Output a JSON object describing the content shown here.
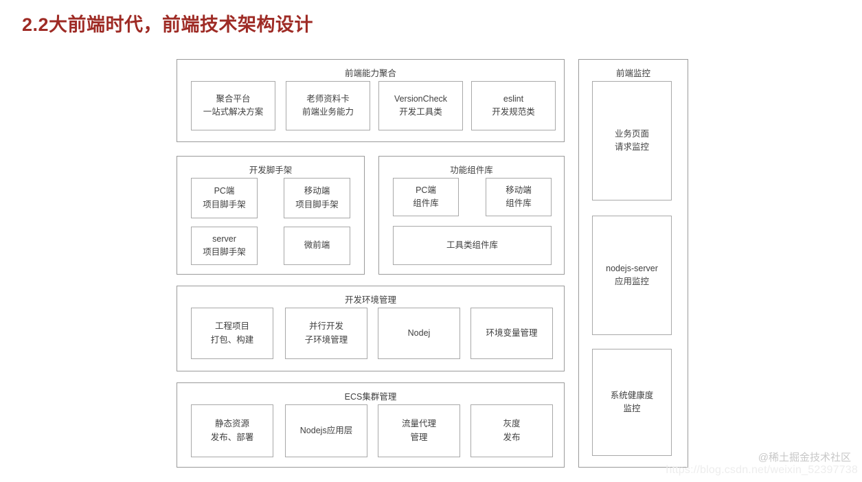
{
  "title": "2.2大前端时代，前端技术架构设计",
  "theme": {
    "title_color": "#9e2b25",
    "panel_border": "#9a9a9a",
    "card_border": "#a8a8a8",
    "text_color": "#3f3f3f",
    "background": "#ffffff"
  },
  "left_column": {
    "panels": [
      {
        "name": "frontend-capability-aggregation",
        "title": "前端能力聚合",
        "cards": [
          {
            "name": "aggregation-platform",
            "lines": [
              "聚合平台",
              "一站式解决方案"
            ]
          },
          {
            "name": "teacher-profile-card",
            "lines": [
              "老师资料卡",
              "前端业务能力"
            ]
          },
          {
            "name": "version-check",
            "lines": [
              "VersionCheck",
              "开发工具类"
            ]
          },
          {
            "name": "eslint",
            "lines": [
              "eslint",
              "开发规范类"
            ]
          }
        ]
      },
      {
        "name": "dev-scaffold",
        "title": "开发脚手架",
        "cards": [
          {
            "name": "pc-project-scaffold",
            "lines": [
              "PC端",
              "项目脚手架"
            ]
          },
          {
            "name": "mobile-project-scaffold",
            "lines": [
              "移动端",
              "项目脚手架"
            ]
          },
          {
            "name": "server-project-scaffold",
            "lines": [
              "server",
              "项目脚手架"
            ]
          },
          {
            "name": "micro-frontend",
            "lines": [
              "微前端"
            ]
          }
        ]
      },
      {
        "name": "component-library",
        "title": "功能组件库",
        "cards": [
          {
            "name": "pc-component-library",
            "lines": [
              "PC端",
              "组件库"
            ]
          },
          {
            "name": "mobile-component-library",
            "lines": [
              "移动端",
              "组件库"
            ]
          },
          {
            "name": "utility-component-library",
            "lines": [
              "工具类组件库"
            ]
          }
        ]
      },
      {
        "name": "dev-environment-management",
        "title": "开发环境管理",
        "cards": [
          {
            "name": "project-build",
            "lines": [
              "工程项目",
              "打包、构建"
            ]
          },
          {
            "name": "parallel-dev-subenv",
            "lines": [
              "并行开发",
              "子环境管理"
            ]
          },
          {
            "name": "nodej",
            "lines": [
              "Nodej"
            ]
          },
          {
            "name": "env-variable-management",
            "lines": [
              "环境变量管理"
            ]
          }
        ]
      },
      {
        "name": "ecs-cluster-management",
        "title": "ECS集群管理",
        "cards": [
          {
            "name": "static-resource-deploy",
            "lines": [
              "静态资源",
              "发布、部署"
            ]
          },
          {
            "name": "nodejs-application-layer",
            "lines": [
              "Nodejs应用层"
            ]
          },
          {
            "name": "traffic-proxy-management",
            "lines": [
              "流量代理",
              "管理"
            ]
          },
          {
            "name": "gray-release",
            "lines": [
              "灰度",
              "发布"
            ]
          }
        ]
      }
    ]
  },
  "right_column": {
    "panel": {
      "name": "frontend-monitoring",
      "title": "前端监控",
      "cards": [
        {
          "name": "business-page-request-monitoring",
          "lines": [
            "业务页面",
            "请求监控"
          ]
        },
        {
          "name": "nodejs-server-app-monitoring",
          "lines": [
            "nodejs-server",
            "应用监控"
          ]
        },
        {
          "name": "system-health-monitoring",
          "lines": [
            "系统健康度",
            "监控"
          ]
        }
      ]
    }
  },
  "watermarks": {
    "brand": "@稀土掘金技术社区",
    "url": "https://blog.csdn.net/weixin_52397738"
  }
}
